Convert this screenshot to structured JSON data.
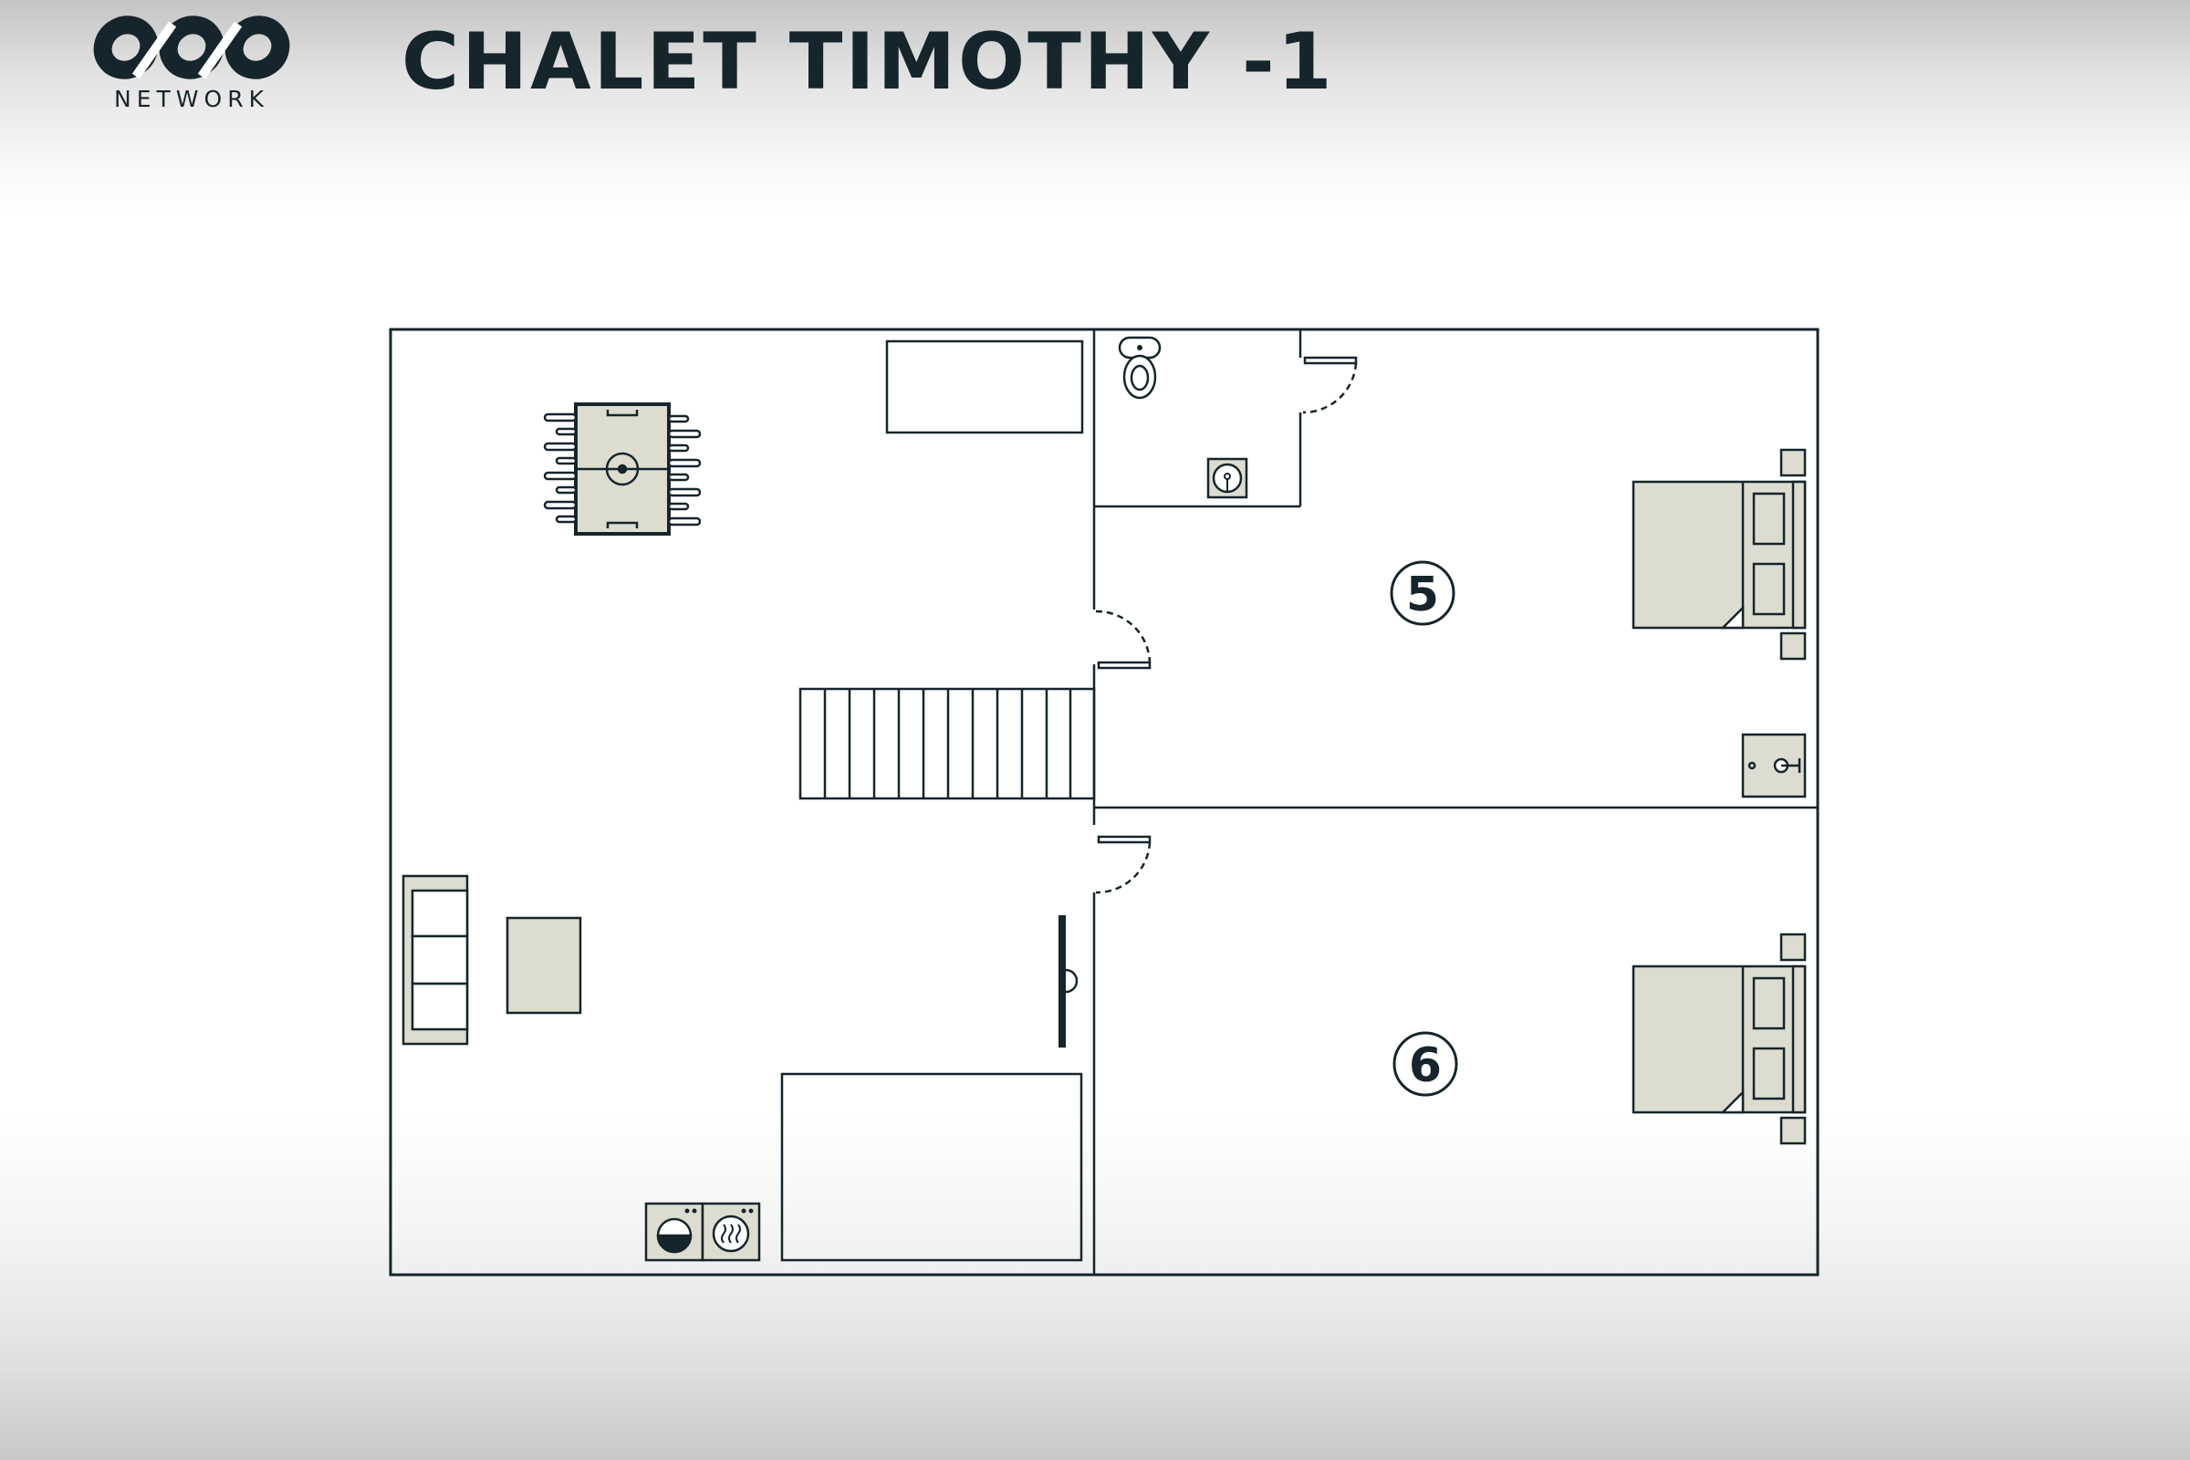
{
  "header": {
    "brand_name": "NETWORK",
    "title": "CHALET TIMOTHY -1"
  },
  "rooms": [
    {
      "number": "5"
    },
    {
      "number": "6"
    }
  ],
  "colors": {
    "ink": "#16252b",
    "furniture_fill": "#dcddd0",
    "background": "#ffffff"
  },
  "icons": [
    "foosball-table-icon",
    "toilet-icon",
    "shower-drain-icon",
    "washing-machine-icon",
    "dryer-icon",
    "safe-icon",
    "tv-icon",
    "bed-icon",
    "sofa-icon",
    "stairs-icon"
  ]
}
